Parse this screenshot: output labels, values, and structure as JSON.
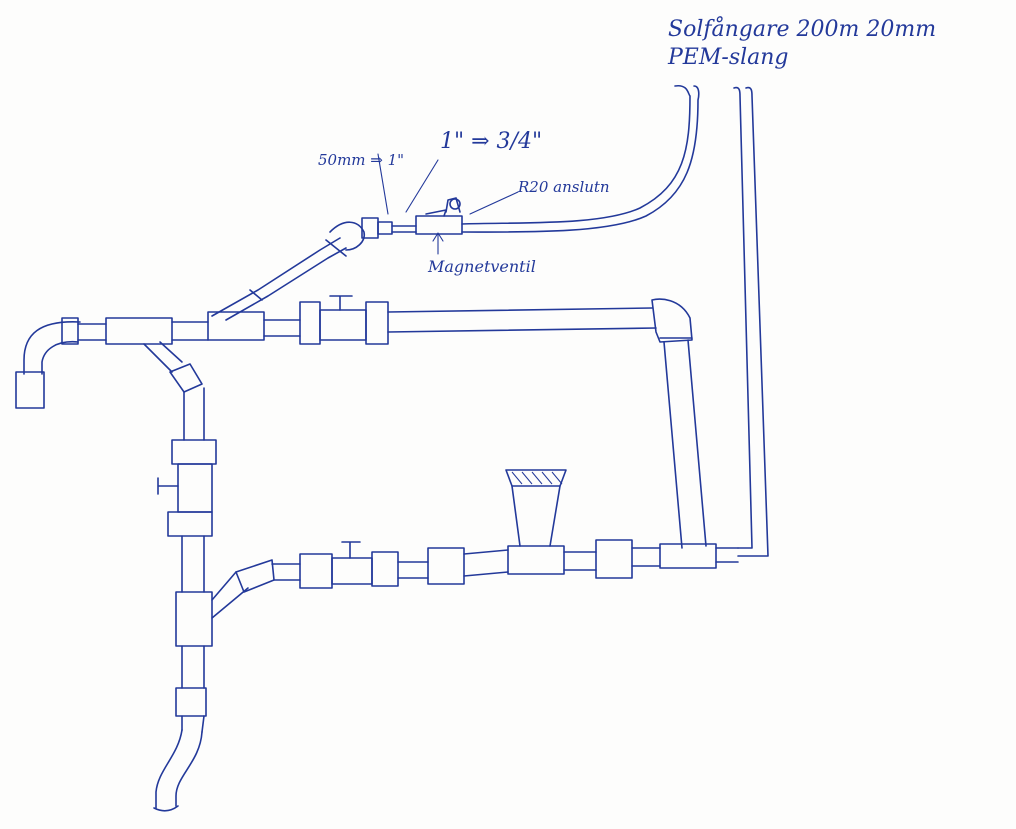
{
  "labels": {
    "solar_title": "Solfångare 200m 20mm",
    "pem_hose": "PEM-slang",
    "reducer_50_1": "50mm ⇒ 1\"",
    "reducer_1_34": "1\" ⇒ 3/4\"",
    "r20_connection": "R20 anslutn",
    "solenoid_valve": "Magnetventil"
  },
  "colors": {
    "ink": "#23399a",
    "paper": "#fdfdfc"
  }
}
